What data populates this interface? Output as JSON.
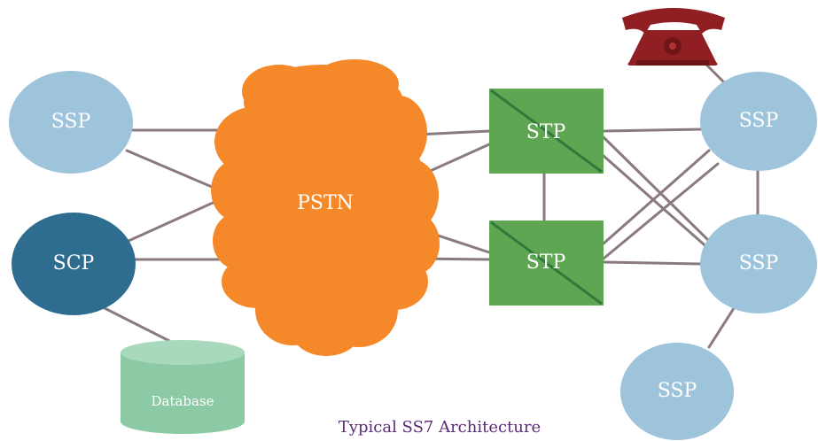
{
  "diagram": {
    "caption": "Typical SS7 Architecture",
    "nodes": {
      "ssp_top_left": "SSP",
      "scp": "SCP",
      "database": "Database",
      "pstn": "PSTN",
      "stp_top": "STP",
      "stp_bottom": "STP",
      "ssp_right_top": "SSP",
      "ssp_right_middle": "SSP",
      "ssp_right_bottom": "SSP"
    }
  },
  "colors": {
    "ssp": "#9ec4dc",
    "scp": "#2f6d90",
    "pstn": "#f5892a",
    "stp": "#5ea652",
    "database": "#8ccaa6",
    "link": "#8a7a7e",
    "phone": "#8f1f22",
    "caption": "#5a2a78"
  }
}
